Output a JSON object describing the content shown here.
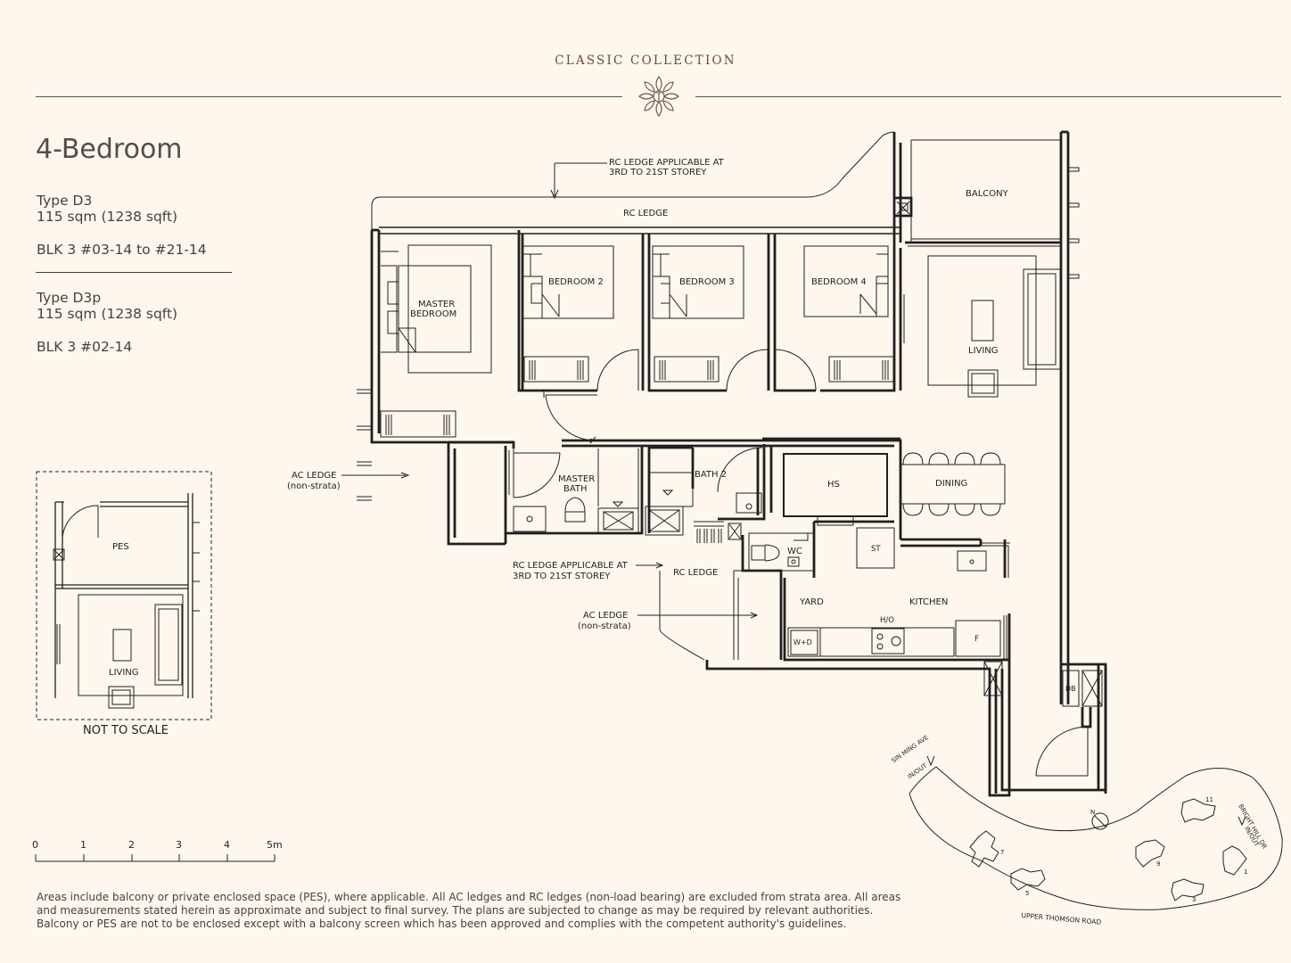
{
  "header": {
    "collection": "CLASSIC COLLECTION"
  },
  "unit": {
    "title": "4-Bedroom",
    "type_a": {
      "name": "Type D3",
      "area": "115 sqm (1238 sqft)",
      "blocks": "BLK 3 #03-14 to #21-14"
    },
    "type_b": {
      "name": "Type D3p",
      "area": "115 sqm (1238 sqft)",
      "blocks": "BLK 3 #02-14"
    }
  },
  "inset": {
    "pes": "PES",
    "living": "LIVING",
    "note": "NOT TO SCALE"
  },
  "rooms": {
    "balcony": "BALCONY",
    "living": "LIVING",
    "master_l1": "MASTER",
    "master_l2": "BEDROOM",
    "bedroom2": "BEDROOM 2",
    "bedroom3": "BEDROOM 3",
    "bedroom4": "BEDROOM 4",
    "mbath_l1": "MASTER",
    "mbath_l2": "BATH",
    "bath2": "BATH 2",
    "hs": "HS",
    "dining": "DINING",
    "st": "ST",
    "wc": "WC",
    "yard": "YARD",
    "kitchen": "KITCHEN",
    "ho": "H/O",
    "wd": "W+D",
    "fridge": "F",
    "db": "DB"
  },
  "annotations": {
    "rc_top_l1": "RC LEDGE APPLICABLE AT",
    "rc_top_l2": "3RD TO 21ST STOREY",
    "rc_ledge": "RC LEDGE",
    "ac_left_l1": "AC LEDGE",
    "ac_left_l2": "(non-strata)",
    "rc_mid_l1": "RC LEDGE APPLICABLE AT",
    "rc_mid_l2": "3RD TO 21ST STOREY",
    "rc_ledge_mid": "RC LEDGE",
    "ac_mid_l1": "AC LEDGE",
    "ac_mid_l2": "(non-strata)"
  },
  "scale_bar": {
    "ticks": [
      "0",
      "1",
      "2",
      "3",
      "4",
      "5m"
    ]
  },
  "site_plan": {
    "road_top": "SIN MING AVE",
    "inout_top": "IN/OUT",
    "road_right": "BRIGHT HILL DR",
    "inout_right": "IN/OUT",
    "road_bottom": "UPPER THOMSON ROAD",
    "north": "N",
    "blocks": [
      "7",
      "5",
      "9",
      "11",
      "3",
      "1"
    ]
  },
  "notes": [
    "Areas include balcony or private enclosed space (PES), where applicable. All AC ledges and RC ledges (non-load bearing) are excluded from strata area. All areas",
    "and measurements stated herein as approximate and subject to final survey. The plans are subjected to change as may be required by relevant authorities.",
    "Balcony or PES are not to be enclosed except with a balcony screen which has been approved and complies with the competent authority's guidelines."
  ],
  "colors": {
    "background": "#fdf7ee",
    "accent": "#6e4b3d",
    "line": "#231f20"
  }
}
